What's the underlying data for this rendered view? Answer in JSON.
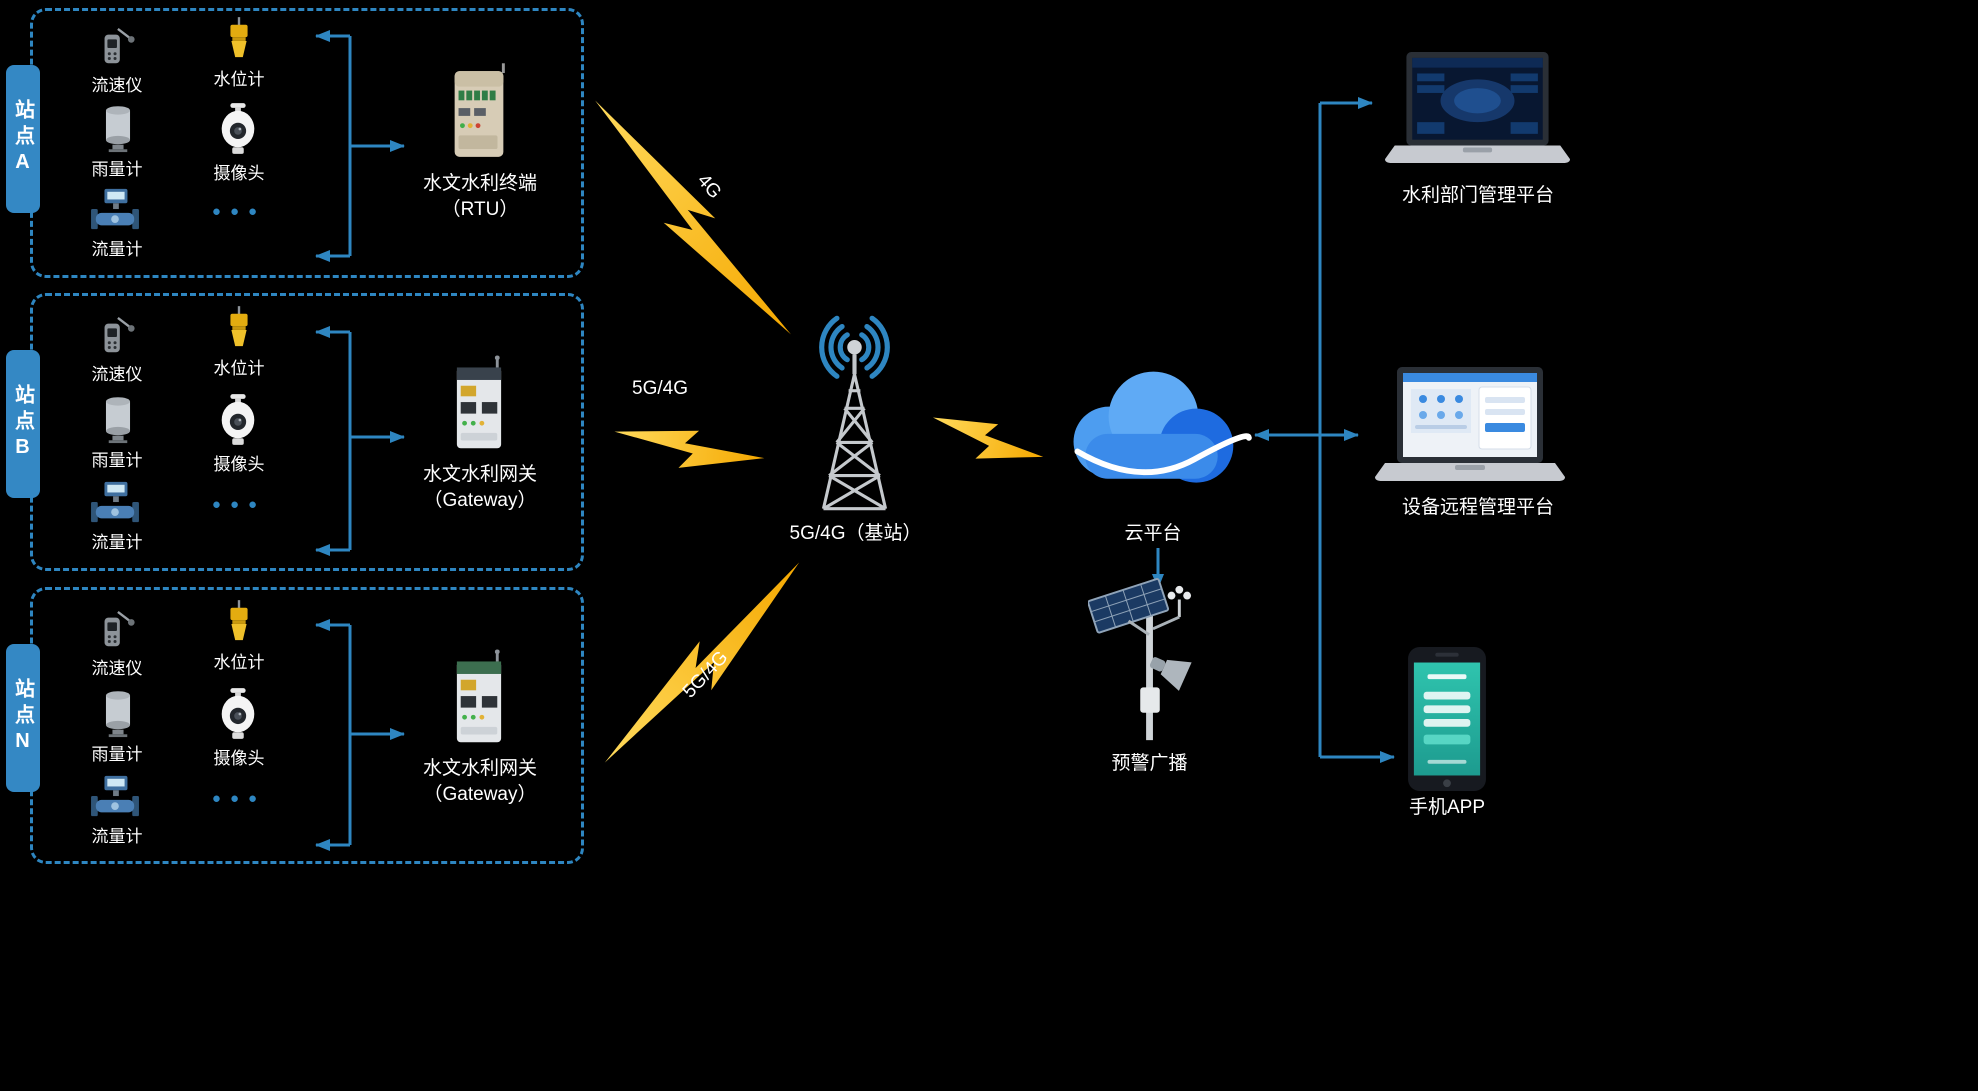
{
  "colors": {
    "background": "#000000",
    "accent_blue": "#2E86C1",
    "tab_blue": "#3488C4",
    "lightning_yellow": "#FFC425",
    "cloud_blue": "#3B8BEA",
    "text": "#FFFFFF"
  },
  "stations": [
    {
      "tab": "站点A",
      "sensors": [
        {
          "name": "流速仪"
        },
        {
          "name": "雨量计"
        },
        {
          "name": "流量计"
        },
        {
          "name": "水位计"
        },
        {
          "name": "摄像头"
        }
      ],
      "ellipsis": "●●●",
      "device": {
        "line1": "水文水利终端",
        "line2": "（RTU）"
      },
      "link_label": "4G"
    },
    {
      "tab": "站点B",
      "sensors": [
        {
          "name": "流速仪"
        },
        {
          "name": "雨量计"
        },
        {
          "name": "流量计"
        },
        {
          "name": "水位计"
        },
        {
          "name": "摄像头"
        }
      ],
      "ellipsis": "●●●",
      "device": {
        "line1": "水文水利网关",
        "line2": "（Gateway）"
      },
      "link_label": "5G/4G"
    },
    {
      "tab": "站点N",
      "sensors": [
        {
          "name": "流速仪"
        },
        {
          "name": "雨量计"
        },
        {
          "name": "流量计"
        },
        {
          "name": "水位计"
        },
        {
          "name": "摄像头"
        }
      ],
      "ellipsis": "●●●",
      "device": {
        "line1": "水文水利网关",
        "line2": "（Gateway）"
      },
      "link_label": "5G/4G"
    }
  ],
  "base_station": {
    "label": "5G/4G（基站）"
  },
  "cloud": {
    "label": "云平台"
  },
  "broadcast": {
    "label": "预警广播"
  },
  "endpoints": [
    {
      "label": "水利部门管理平台"
    },
    {
      "label": "设备远程管理平台"
    },
    {
      "label": "手机APP"
    }
  ]
}
